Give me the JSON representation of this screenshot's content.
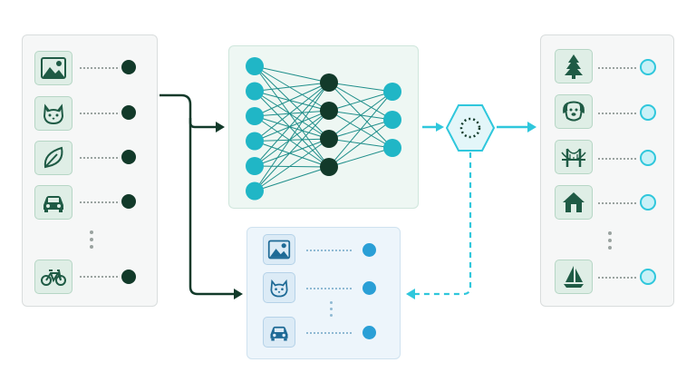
{
  "colors": {
    "dark_green": "#123a2a",
    "network_node": "#20b6c6",
    "cyan_accent": "#2fc7dc",
    "new_dataset_dot": "#2a9fd6"
  },
  "source_dataset": {
    "items": [
      {
        "icon": "landscape-icon"
      },
      {
        "icon": "cat-icon"
      },
      {
        "icon": "leaf-icon"
      },
      {
        "icon": "car-icon"
      },
      {
        "icon": "bicycle-icon"
      }
    ]
  },
  "network": {
    "layer_sizes": [
      6,
      4,
      3
    ]
  },
  "connector": {
    "icon": "hexagon-dotted-circle-icon"
  },
  "target_dataset": {
    "items": [
      {
        "icon": "pine-tree-icon"
      },
      {
        "icon": "dog-icon"
      },
      {
        "icon": "bridge-icon"
      },
      {
        "icon": "house-icon"
      },
      {
        "icon": "sailboat-icon"
      }
    ]
  },
  "new_dataset": {
    "items": [
      {
        "icon": "landscape-icon"
      },
      {
        "icon": "cat-icon"
      },
      {
        "icon": "car-icon"
      }
    ]
  }
}
